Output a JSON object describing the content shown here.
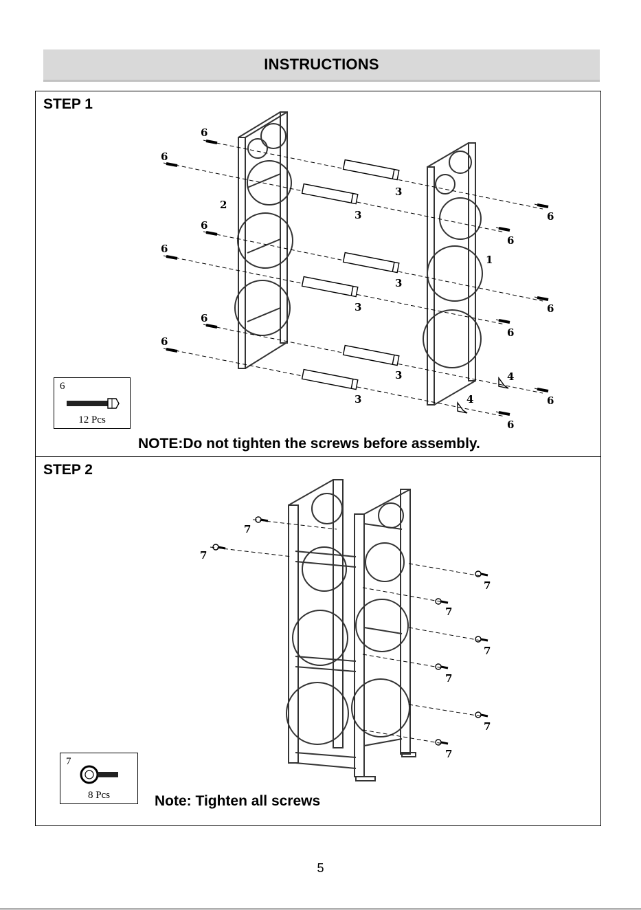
{
  "header": {
    "title": "INSTRUCTIONS"
  },
  "step1": {
    "label": "STEP 1",
    "note": "NOTE:Do not tighten the screws before assembly.",
    "part": {
      "number": "6",
      "quantity": "12 Pcs",
      "icon": "bolt-icon"
    },
    "callouts": {
      "screw": "6",
      "rail": "3",
      "left_panel": "2",
      "right_panel": "1",
      "bracket": "4"
    }
  },
  "step2": {
    "label": "STEP 2",
    "note": "Note: Tighten all screws",
    "part": {
      "number": "7",
      "quantity": "8 Pcs",
      "icon": "eye-screw-icon"
    },
    "callouts": {
      "eye_screw": "7"
    }
  },
  "footer": {
    "page_number": "5"
  }
}
